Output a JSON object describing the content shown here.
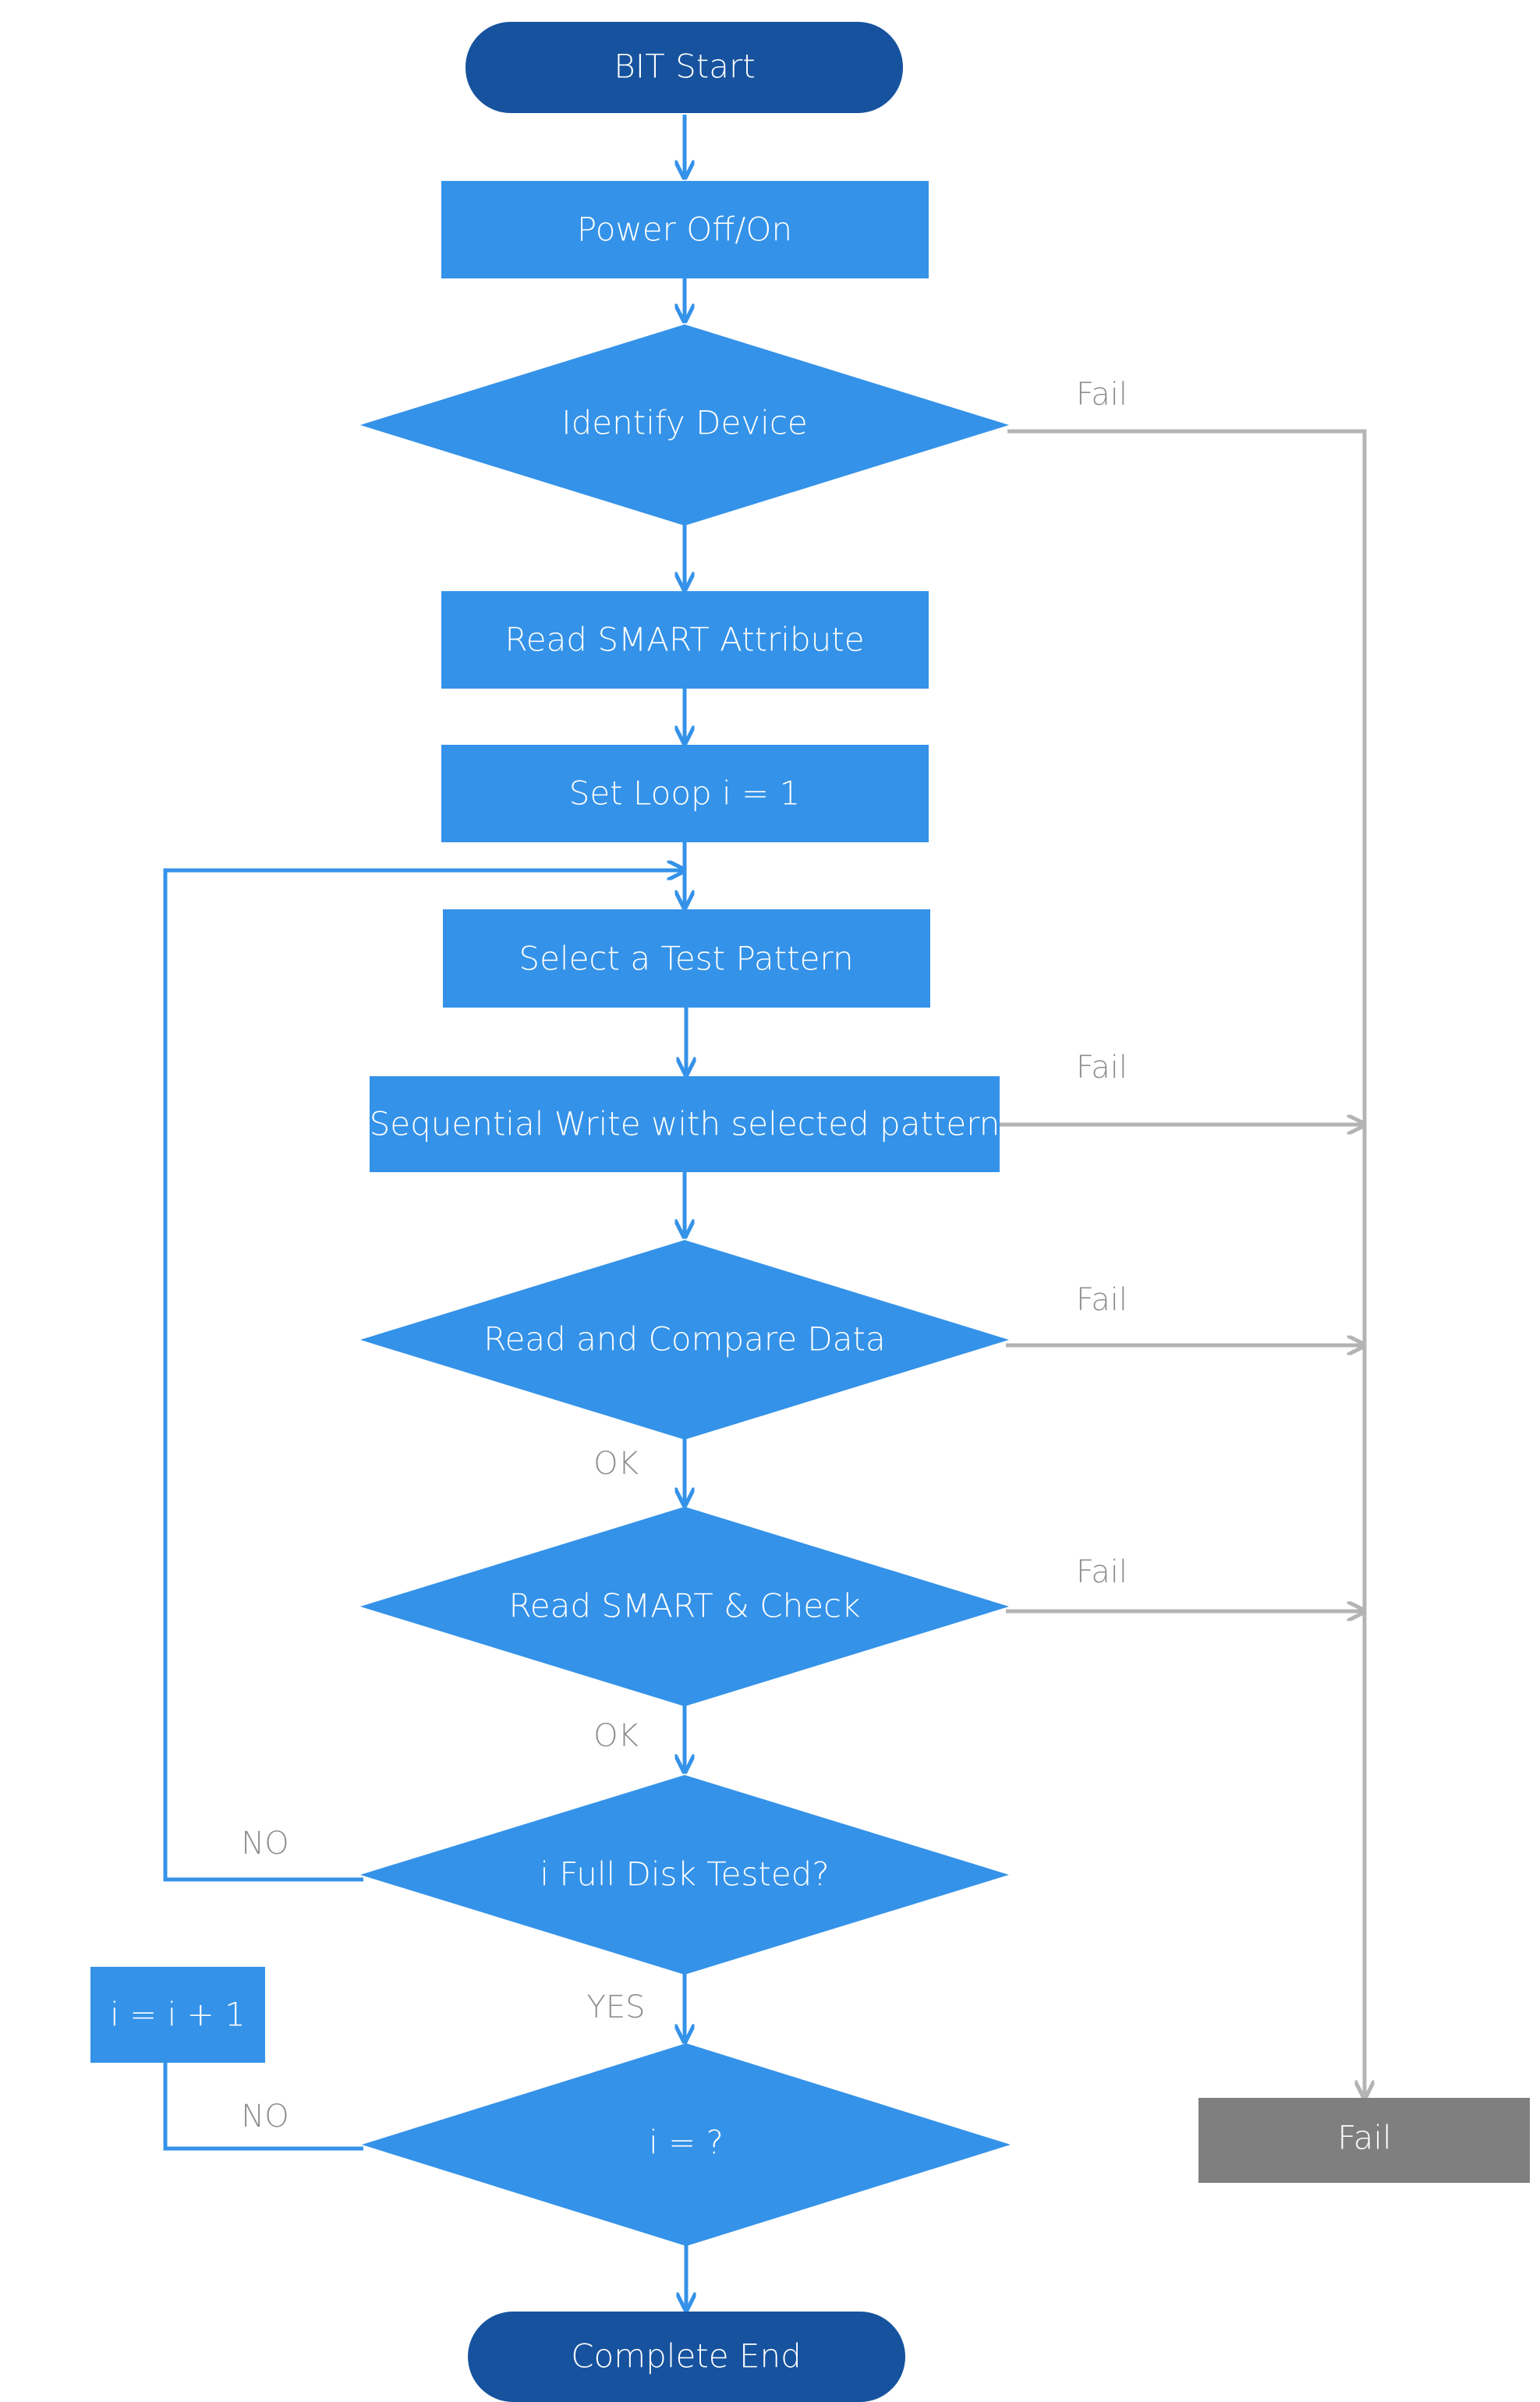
{
  "diagram": {
    "colors": {
      "terminal": "#16529e",
      "process": "#3492e8",
      "decision": "#3492e8",
      "fail_box": "#7f7f7f",
      "blue_line": "#3492e8",
      "gray_line": "#b4b4b4",
      "label_text": "#8f8f8f",
      "node_text": "#ffffff"
    },
    "nodes": {
      "start": "BIT Start",
      "power": "Power Off/On",
      "identify": "Identify Device",
      "read_smart_attr": "Read SMART Attribute",
      "set_loop": "Set Loop i = 1",
      "select_pattern": "Select a Test Pattern",
      "seq_write": "Sequential Write with selected pattern",
      "read_compare": "Read and Compare Data",
      "read_smart_check": "Read SMART & Check",
      "full_disk": "i Full Disk Tested?",
      "i_check": "i = ?",
      "increment": "i = i + 1",
      "end": "Complete End",
      "fail": "Fail"
    },
    "edge_labels": {
      "fail_identify": "Fail",
      "fail_write": "Fail",
      "fail_compare": "Fail",
      "fail_smart": "Fail",
      "ok_compare": "OK",
      "ok_smart": "OK",
      "no_full_disk": "NO",
      "yes_full_disk": "YES",
      "no_i_check": "NO"
    }
  }
}
